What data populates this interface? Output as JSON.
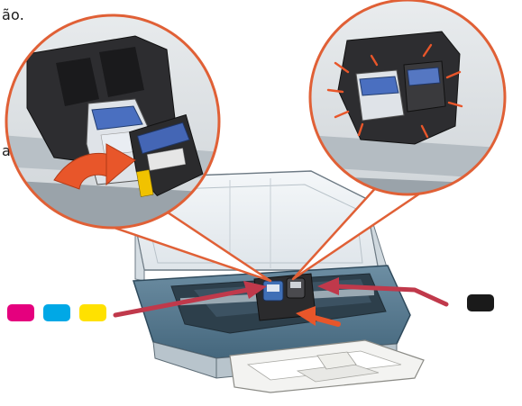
{
  "text_snippets": {
    "top_right_fragment": "ão.",
    "middle_left_fragment": "a."
  },
  "ink_swatches": {
    "left": [
      {
        "name": "magenta",
        "color": "#e5007e"
      },
      {
        "name": "cyan",
        "color": "#00a8e6"
      },
      {
        "name": "yellow",
        "color": "#ffe100"
      }
    ],
    "right": [
      {
        "name": "black",
        "color": "#1a1a1a"
      }
    ]
  },
  "colors": {
    "callout_border": "#e06036",
    "guide_arrow": "#c0394b",
    "insert_arrow": "#e8562a",
    "printer_body": "#5c7f95",
    "printer_body_light": "#8fa6b6",
    "cradle_dark": "#2c2c2e"
  }
}
